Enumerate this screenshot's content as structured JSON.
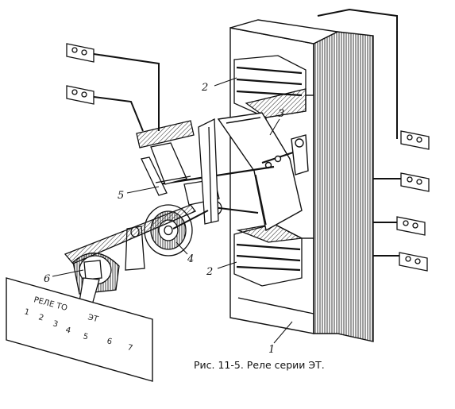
{
  "caption": "Рис. 11-5. Реле серии ЭТ.",
  "callouts": {
    "core": "1",
    "coil_top": "2",
    "coil_bottom": "2",
    "armature": "3",
    "spring": "4",
    "contact": "5",
    "setting_pointer": "6"
  },
  "scale_plate": {
    "title": "РЕЛЕ ТО",
    "title_tail": "ЭТ",
    "marks": [
      "1",
      "2",
      "3",
      "4",
      "5",
      "6",
      "7"
    ]
  }
}
